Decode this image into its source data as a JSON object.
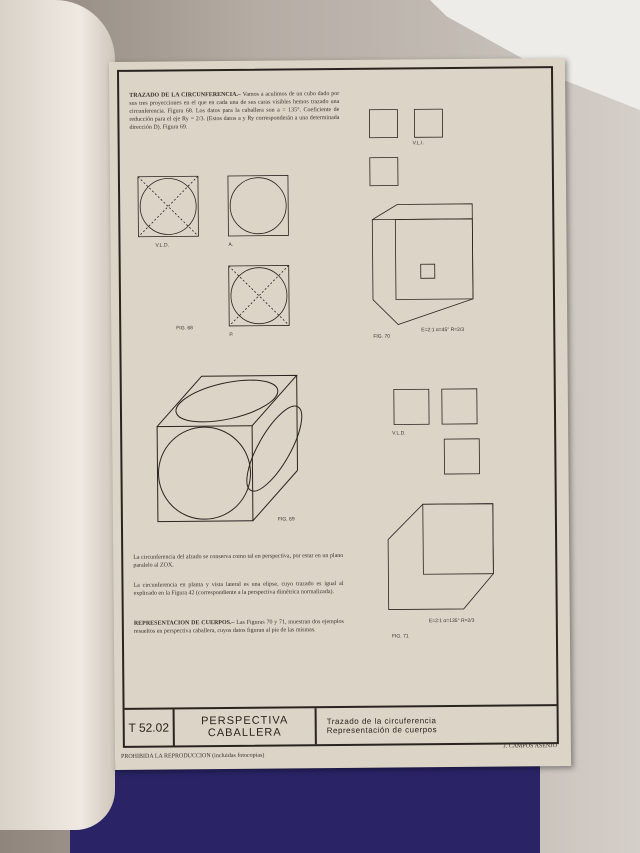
{
  "intro": {
    "heading": "TRAZADO DE LA CIRCUNFERENCIA.–",
    "body": "Vamos a aculimos de un cubo dado por sus tres proyecciones en el que en cada una de sus caras visibles hemos trazado una circunferencia. Figura 68. Los datos para la caballera son a = 135°. Coeficiente de reducción para el eje Ry = 2/3. (Estos datos a y Ry corresponderán a una determinada dirección D). Figura 69."
  },
  "paragraphs": [
    "La circunferencia del alzado se conserva como tal en perspectiva, por estar en un plano paralelo al ZOX.",
    "La circunferencia en planta y vista lateral es una elipse, cuyo trazado es igual al explicado en la Figura 42 (correspondiente a la perspectiva dimétrica normalizada)."
  ],
  "section": {
    "heading": "REPRESENTACION DE CUERPOS.–",
    "body": "Las Figuras 70 y 71, muestran dos ejemplos resueltos en perspectiva caballera, cuyos datos figuran al pie de las mismas."
  },
  "figures": {
    "fig68": "FIG. 68",
    "fig69": "FIG. 69",
    "fig70": "FIG. 70",
    "fig71": "FIG. 71",
    "fig70_data": "E=2:1 α=45° R=2/3",
    "fig71_data": "E=2:1 α=135° R=2/3",
    "view_vld": "V.L.D.",
    "view_a": "A.",
    "view_p": "P.",
    "view_vli": "V.L.I."
  },
  "title_block": {
    "code": "T 52.02",
    "title_line1": "PERSPECTIVA",
    "title_line2": "CABALLERA",
    "subtitle_line1": "Trazado de la circuferencia",
    "subtitle_line2": "Representación de cuerpos"
  },
  "footer": {
    "notice": "PROHIBIDA LA REPRODUCCION (incluidas fotocopias)",
    "author": "J. CAMPOS ASENJO"
  }
}
